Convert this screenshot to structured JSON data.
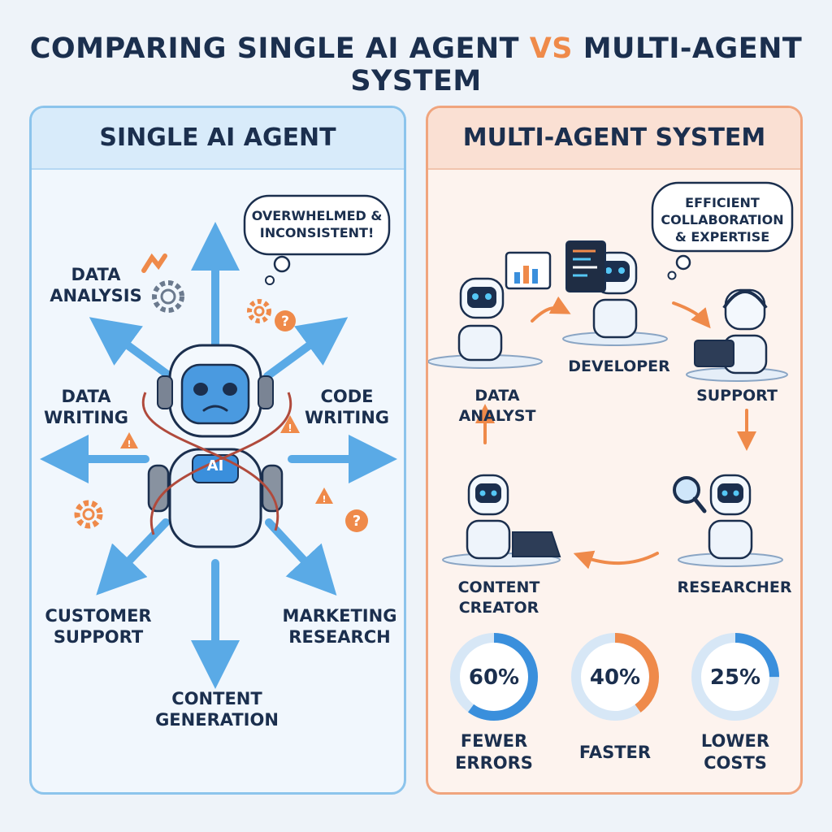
{
  "title": {
    "part1": "COMPARING SINGLE AI AGENT ",
    "vs": "VS",
    "part2": " MULTI-AGENT SYSTEM"
  },
  "single": {
    "heading": "SINGLE AI AGENT",
    "bubble": "OVERWHELMED &\nINCONSISTENT!",
    "badge": "AI",
    "tasks": {
      "data_analysis": "DATA\nANALYSIS",
      "data_writing": "DATA\nWRITING",
      "code_writing": "CODE\nWRITING",
      "customer_support": "CUSTOMER\nSUPPORT",
      "marketing_research": "MARKETING\nRESEARCH",
      "content_generation": "CONTENT\nGENERATION"
    }
  },
  "multi": {
    "heading": "MULTI-AGENT SYSTEM",
    "bubble": "EFFICIENT\nCOLLABORATION\n& EXPERTISE",
    "roles": {
      "data_analyst": "DATA ANALYST",
      "developer": "DEVELOPER",
      "support": "SUPPORT",
      "researcher": "RESEARCHER",
      "content_creator": "CONTENT\nCREATOR"
    },
    "stats": [
      {
        "value": "60%",
        "label": "FEWER\nERRORS",
        "percent": 60,
        "color": "#3a8fdc"
      },
      {
        "value": "40%",
        "label": "FASTER",
        "percent": 40,
        "color": "#ef8a4a"
      },
      {
        "value": "25%",
        "label": "LOWER\nCOSTS",
        "percent": 25,
        "color": "#3a8fdc"
      }
    ]
  },
  "colors": {
    "navy": "#1b2f4e",
    "blue": "#3a8fdc",
    "orange": "#ef8a4a",
    "arrow_blue": "#5aaae6"
  }
}
